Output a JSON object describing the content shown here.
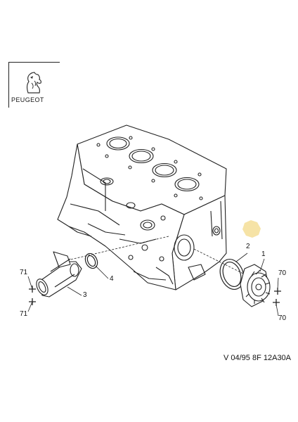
{
  "brand": {
    "name": "PEUGEOT"
  },
  "callouts": {
    "c1": "1",
    "c2": "2",
    "c3": "3",
    "c4": "4",
    "c70a": "70",
    "c70b": "70",
    "c71a": "71",
    "c71b": "71"
  },
  "reference_code": "V 04/95 8F 12A30A",
  "colors": {
    "ink": "#222222",
    "marker": "#f6e3a6",
    "brand": "#1a1a1a"
  },
  "icons": {
    "logo": "peugeot-lion-icon"
  }
}
